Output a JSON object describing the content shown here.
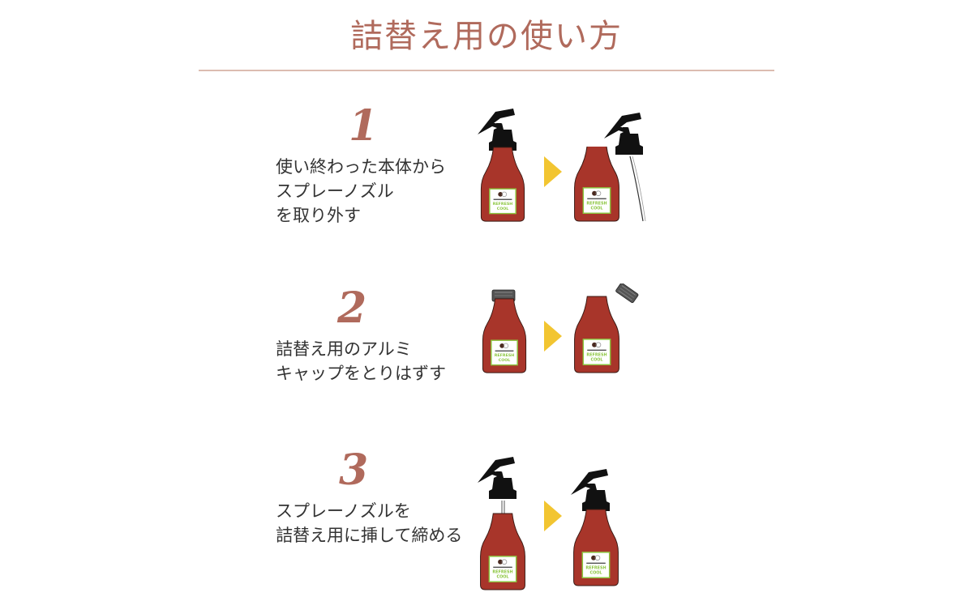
{
  "page": {
    "title": "詰替え用の使い方",
    "accent_color": "#b06a5c",
    "arrow_color": "#f2c531",
    "bottle_color": "#a8352a",
    "label_text": "REFRESH COOL"
  },
  "steps": [
    {
      "number": "1",
      "text": "使い終わった本体から\nスプレーノズル\nを取り外す"
    },
    {
      "number": "2",
      "text": "詰替え用のアルミ\nキャップをとりはずす"
    },
    {
      "number": "3",
      "text": "スプレーノズルを\n詰替え用に挿して締める"
    }
  ]
}
